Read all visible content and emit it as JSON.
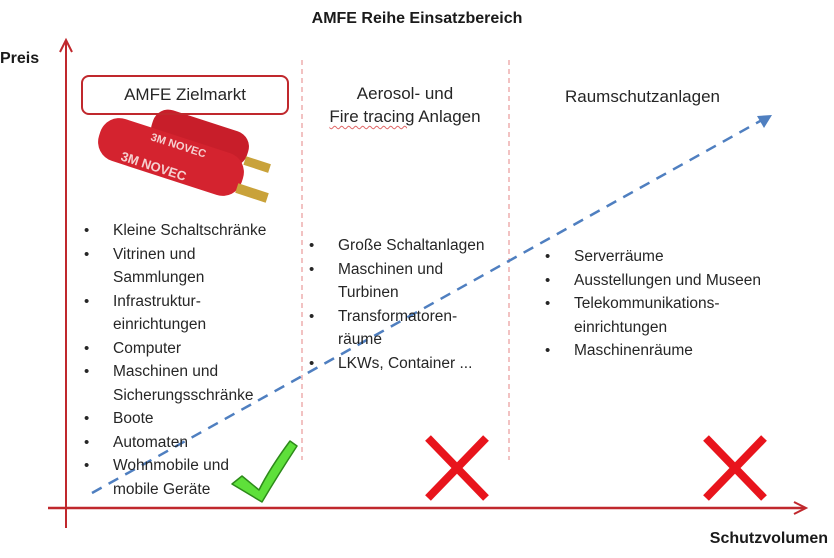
{
  "title": "AMFE Reihe Einsatzbereich",
  "axes": {
    "y_label": "Preis",
    "x_label": "Schutzvolumen"
  },
  "colors": {
    "axis": "#c0282d",
    "divider": "#e89a9a",
    "trend_arrow": "#4f7fc0",
    "check": "#5ee03a",
    "cross": "#e8141c"
  },
  "columns": [
    {
      "heading": "AMFE Zielmarkt",
      "highlighted": true,
      "image_label": "3M NOVEC",
      "items": [
        "Kleine Schaltschränke",
        "Vitrinen und Sammlungen",
        "Infrastruktur-einrichtungen",
        "Computer",
        "Maschinen und Sicherungsschränke",
        "Boote",
        "Automaten",
        "Wohnmobile und mobile Geräte"
      ],
      "status": "check"
    },
    {
      "heading_line1": "Aerosol- und",
      "heading_line2a": "Fire tracing",
      "heading_line2b": " Anlagen",
      "items": [
        "Große Schaltanlagen",
        "Maschinen und Turbinen",
        "Transformatoren-räume",
        "LKWs, Container ..."
      ],
      "status": "cross"
    },
    {
      "heading": "Raumschutzanlagen",
      "items": [
        "Serverräume",
        "Ausstellungen und Museen",
        "Telekommunikations-einrichtungen",
        "Maschinenräume"
      ],
      "status": "cross"
    }
  ],
  "icons": {
    "check": "check-mark-icon",
    "cross": "cross-mark-icon"
  }
}
